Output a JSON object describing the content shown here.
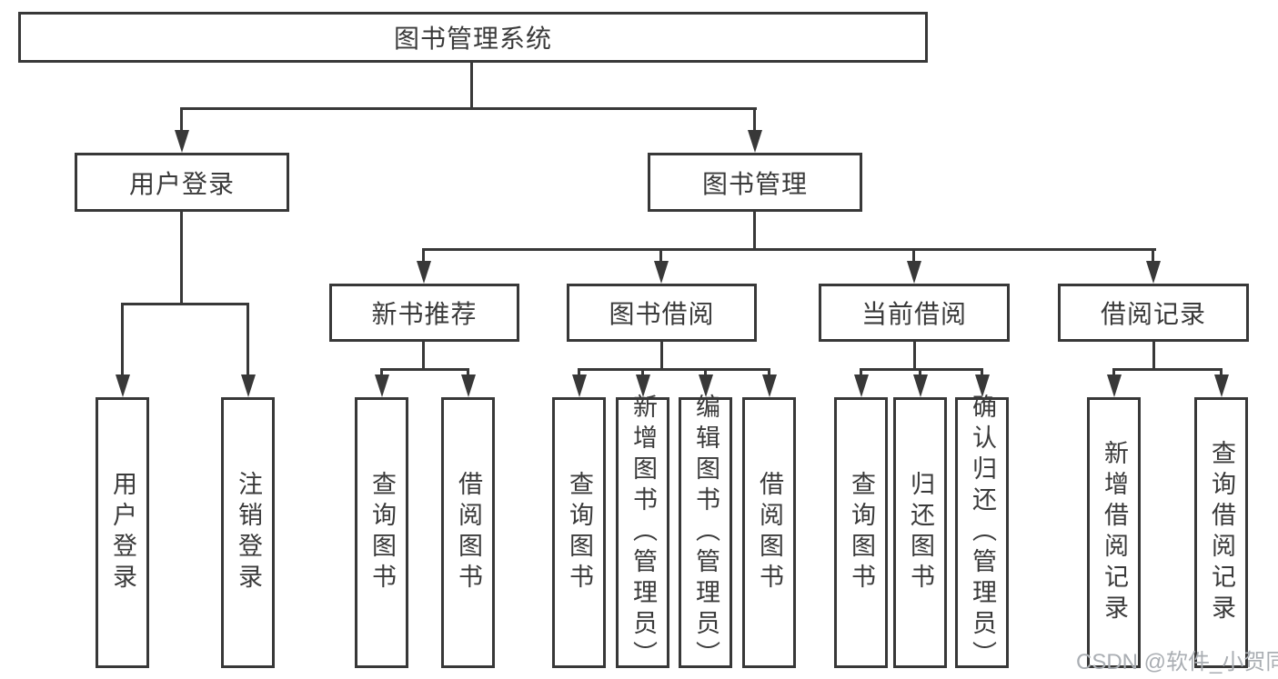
{
  "diagram": {
    "root": "图书管理系统",
    "level2": [
      "用户登录",
      "图书管理"
    ],
    "level3": [
      "新书推荐",
      "图书借阅",
      "当前借阅",
      "借阅记录"
    ],
    "leaves": {
      "user_login": [
        "用户登录",
        "注销登录"
      ],
      "new_book_recommend": [
        "查询图书",
        "借阅图书"
      ],
      "book_borrowing": [
        "查询图书",
        "新增图书（管理员）",
        "编辑图书（管理员）",
        "借阅图书"
      ],
      "current_borrowing": [
        "查询图书",
        "归还图书",
        "确认归还（管理员）"
      ],
      "borrowing_records": [
        "新增借阅记录",
        "查询借阅记录"
      ]
    }
  },
  "watermark": "CSDN @软件_小贺同学",
  "colors": {
    "line": "#383838",
    "text": "#3a3a3a",
    "watermark": "#aaaeb3",
    "background": "#ffffff"
  }
}
